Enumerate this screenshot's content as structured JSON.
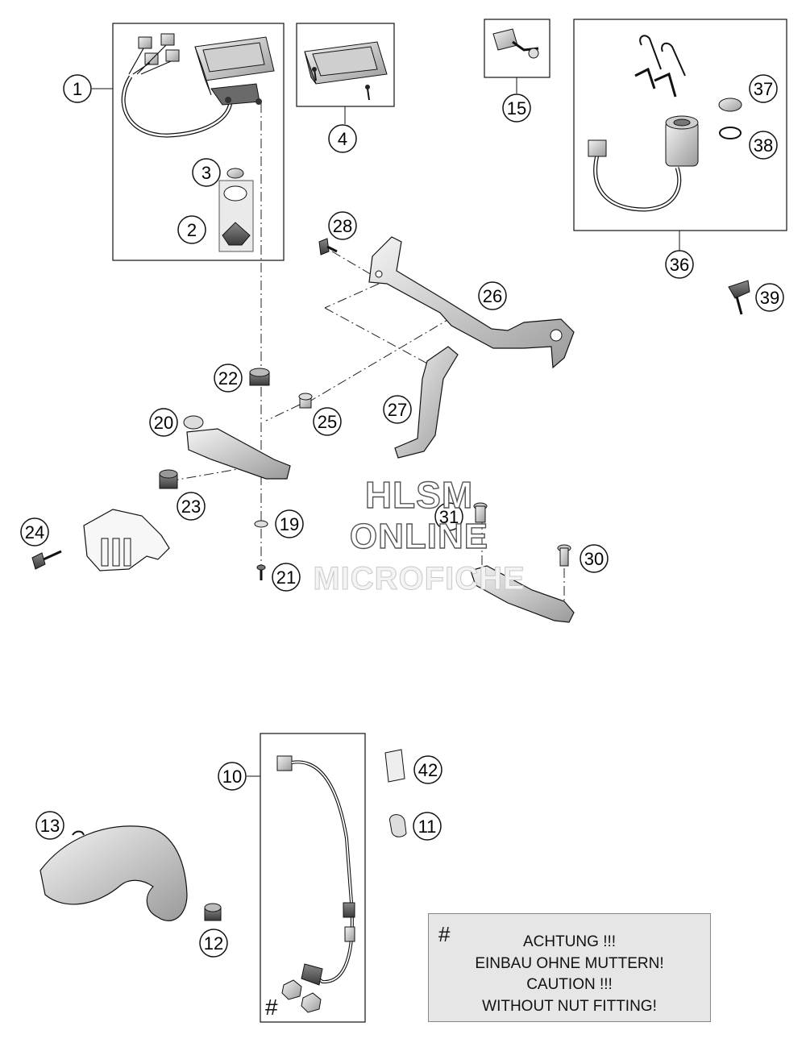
{
  "callouts": [
    {
      "id": "c1",
      "label": "1"
    },
    {
      "id": "c2",
      "label": "2"
    },
    {
      "id": "c3",
      "label": "3"
    },
    {
      "id": "c4",
      "label": "4"
    },
    {
      "id": "c15",
      "label": "15"
    },
    {
      "id": "c37",
      "label": "37"
    },
    {
      "id": "c38",
      "label": "38"
    },
    {
      "id": "c36",
      "label": "36"
    },
    {
      "id": "c39",
      "label": "39"
    },
    {
      "id": "c28",
      "label": "28"
    },
    {
      "id": "c26",
      "label": "26"
    },
    {
      "id": "c27",
      "label": "27"
    },
    {
      "id": "c22",
      "label": "22"
    },
    {
      "id": "c25",
      "label": "25"
    },
    {
      "id": "c20",
      "label": "20"
    },
    {
      "id": "c23",
      "label": "23"
    },
    {
      "id": "c24",
      "label": "24"
    },
    {
      "id": "c19",
      "label": "19"
    },
    {
      "id": "c21",
      "label": "21"
    },
    {
      "id": "c31",
      "label": "31"
    },
    {
      "id": "c30",
      "label": "30"
    },
    {
      "id": "c10",
      "label": "10"
    },
    {
      "id": "c42",
      "label": "42"
    },
    {
      "id": "c11",
      "label": "11"
    },
    {
      "id": "c13",
      "label": "13"
    },
    {
      "id": "c12",
      "label": "12"
    }
  ],
  "watermark": {
    "line1": "HLSM",
    "line2": "ONLINE",
    "line3": "MICROFICHE"
  },
  "note": {
    "symbol": "#",
    "lines": [
      "ACHTUNG !!!",
      "EINBAU OHNE MUTTERN!",
      "CAUTION !!!",
      "WITHOUT NUT FITTING!"
    ]
  },
  "nut_marker": "#",
  "colors": {
    "line": "#111111",
    "note_bg": "#e6e6e6",
    "part_fill": "#d9d9d9"
  }
}
